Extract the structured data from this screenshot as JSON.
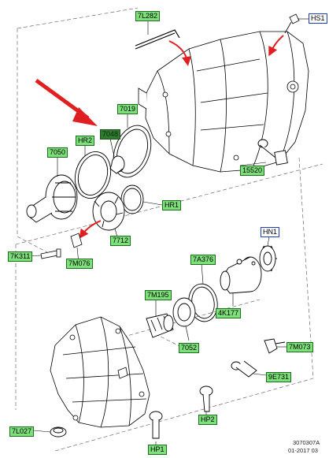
{
  "labels": {
    "7L282": "7L282",
    "HS1": "HS1",
    "7019": "7019",
    "7048": "7048",
    "HR2": "HR2",
    "7050": "7050",
    "HR1": "HR1",
    "15520": "15520",
    "7712": "7712",
    "7K311": "7K311",
    "7M076": "7M076",
    "HN1": "HN1",
    "7A376": "7A376",
    "7M195": "7M195",
    "4K177": "4K177",
    "7052": "7052",
    "7M073": "7M073",
    "9E731": "9E731",
    "HP2": "HP2",
    "7L027": "7L027",
    "HP1": "HP1"
  },
  "footer": {
    "line1": "3070307A",
    "line2": "01-2017 03"
  },
  "colors": {
    "label_fill": "#7ee07a",
    "label_border": "#1b6e1b",
    "highlight_border": "#1d3fb8",
    "arrow_red": "#e02020",
    "line": "#000000"
  }
}
